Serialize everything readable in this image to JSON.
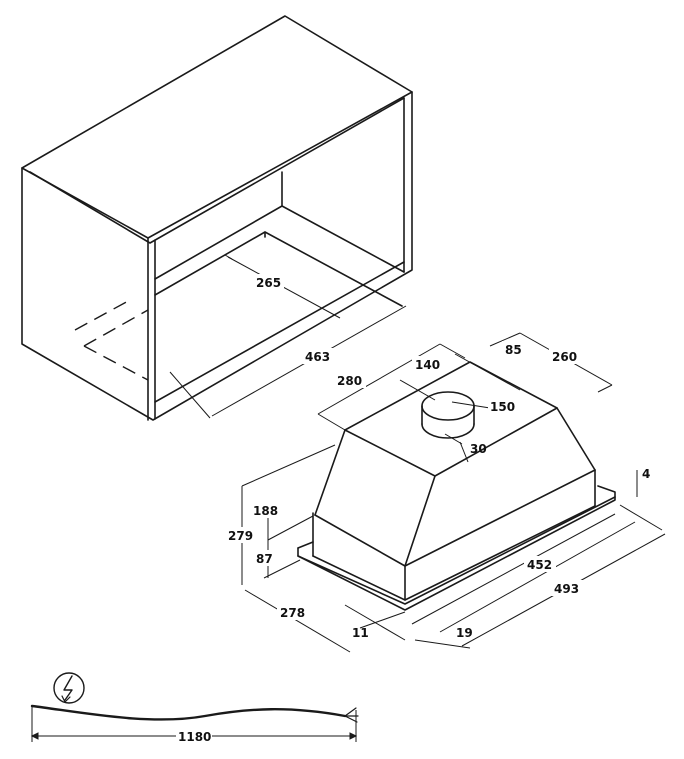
{
  "dimensions": {
    "cabinet_inner_depth": "265",
    "cabinet_inner_width": "463",
    "hood_top_left_depth": "280",
    "outlet_offset_front": "140",
    "outlet_offset_side": "85",
    "hood_top_right_width": "260",
    "outlet_diameter": "150",
    "outlet_height": "30",
    "hood_body_height": "188",
    "hood_total_height": "279",
    "hood_frame_height": "87",
    "flange_thickness": "4",
    "body_width": "452",
    "total_width": "493",
    "total_depth": "278",
    "frame_offset_left": "11",
    "frame_offset_front": "19",
    "cable_length": "1180"
  },
  "icons": [
    "lightning-icon"
  ]
}
